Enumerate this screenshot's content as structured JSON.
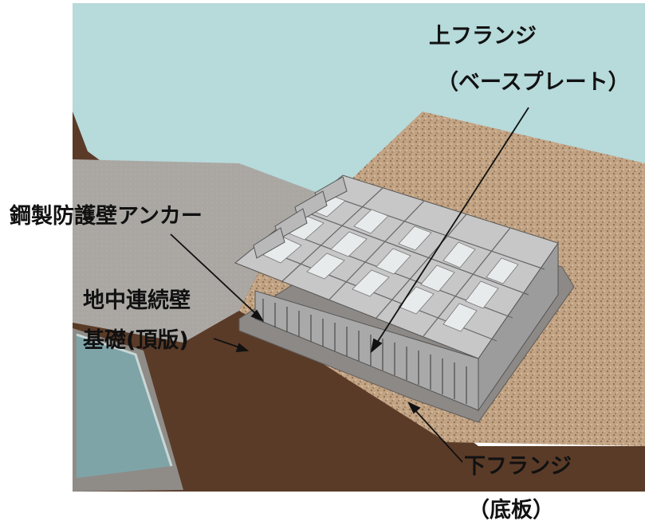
{
  "labels": {
    "top_flange": "上フランジ",
    "top_flange_sub": "（ベースプレート）",
    "anchor": "鋼製防護壁アンカー",
    "wall_line1": "地中連続壁",
    "wall_line2": "基礎(頂版)",
    "bottom_flange": "下フランジ",
    "bottom_flange_sub": "（底板）"
  },
  "colors": {
    "sky": "#b7dadb",
    "ground": "#c4a486",
    "soil": "#5a3b28",
    "concrete": "#a7a5a2",
    "steel_top": "#c7c7c7",
    "steel_side": "#9c9c9c",
    "glass": "#7fa4a8"
  }
}
